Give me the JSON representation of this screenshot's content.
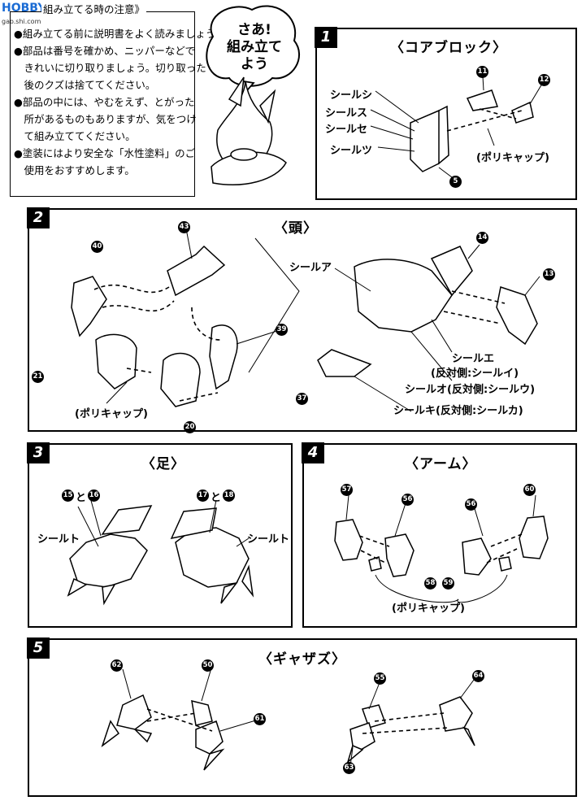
{
  "watermark": {
    "brand": "HOBBY SEARCH",
    "sub": "gao.shi.com"
  },
  "bubble_lines": [
    "さあ!",
    "組み立て",
    "よう"
  ],
  "notes": {
    "title": "組み立てる時の注意》",
    "lines": [
      "●組み立てる前に説明書をよく読みましょう。",
      "●部品は番号を確かめ、ニッパーなどで",
      "　きれいに切り取りましょう。切り取った",
      "　後のクズは捨ててください。",
      "●部品の中には、やむをえず、とがった",
      "　所があるものもありますが、気をつけ",
      "　て組み立ててください。",
      "●塗装にはより安全な「水性塗料」のご",
      "　使用をおすすめします。"
    ]
  },
  "panel1": {
    "num": "1",
    "title": "〈コアブロック〉",
    "labels": [
      "シールシ",
      "シールス",
      "シールセ",
      "シールツ",
      "(ポリキャップ)"
    ],
    "parts": [
      "11",
      "12",
      "5"
    ]
  },
  "panel2": {
    "num": "2",
    "title": "〈頭〉",
    "labels": [
      "(ポリキャップ)",
      "シールア",
      "シールエ",
      "(反対側:シールイ)",
      "シールオ(反対側:シールウ)",
      "シールキ(反対側:シールカ)"
    ],
    "parts": [
      "40",
      "43",
      "39",
      "21",
      "20",
      "14",
      "13",
      "37"
    ]
  },
  "panel3": {
    "num": "3",
    "title": "〈足〉",
    "labels": [
      "シールト",
      "シールト"
    ],
    "pair_left": [
      "15",
      "と",
      "16"
    ],
    "pair_right": [
      "17",
      "と",
      "18"
    ]
  },
  "panel4": {
    "num": "4",
    "title": "〈アーム〉",
    "labels": [
      "(ポリキャップ)"
    ],
    "parts": [
      "57",
      "56",
      "56",
      "60",
      "58",
      "59"
    ]
  },
  "panel5": {
    "num": "5",
    "title": "〈ギャザズ〉",
    "parts": [
      "62",
      "50",
      "61",
      "55",
      "64",
      "63"
    ]
  }
}
